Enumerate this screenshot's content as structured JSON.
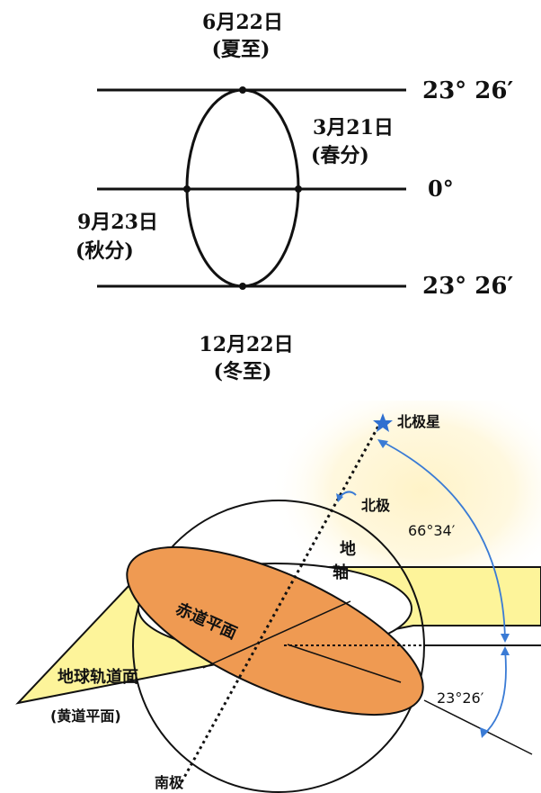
{
  "top": {
    "june": {
      "date": "6月22日",
      "term": "(夏至)"
    },
    "march": {
      "date": "3月21日",
      "term": "(春分)"
    },
    "sept": {
      "date": "9月23日",
      "term": "(秋分)"
    },
    "dec": {
      "date": "12月22日",
      "term": "(冬至)"
    },
    "lat_top": "23°  26′",
    "lat_mid": "0°",
    "lat_bottom": "23°  26′"
  },
  "bottom": {
    "polaris": "北极星",
    "north_pole": "北极",
    "axis_char1": "地",
    "axis_char2": "轴",
    "angle_66": "66°34′",
    "equator_plane": "赤道平面",
    "orbit_plane": "地球轨道面",
    "ecliptic_plane": "(黄道平面)",
    "angle_23": "23°26′",
    "south_pole": "南极"
  },
  "colors": {
    "line": "#111111",
    "equator_fill": "#ef9a52",
    "orbit_fill": "#fdf49a",
    "glow": "#fff0c0",
    "arc": "#3a7bd5",
    "star": "#2f6fd0"
  }
}
